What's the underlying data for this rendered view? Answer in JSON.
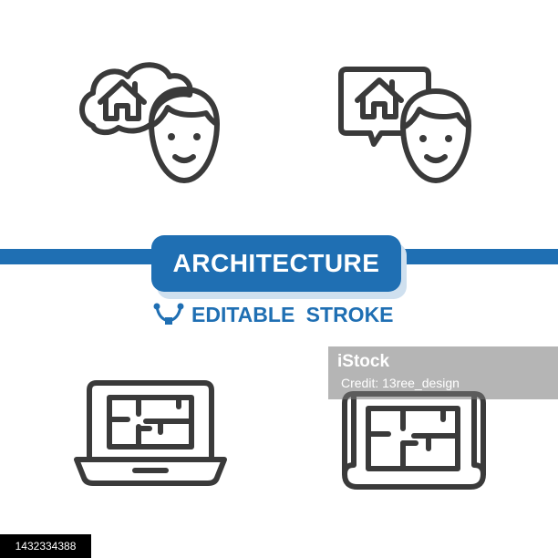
{
  "title": "ARCHITECTURE",
  "subtitle": "EDITABLE STROKE",
  "colors": {
    "brand_blue": "#1f6fb3",
    "icon_stroke": "#3a3a3a",
    "background": "#ffffff"
  },
  "icons": [
    "thought-bubble-house-person-icon",
    "speech-bubble-house-person-icon",
    "laptop-floor-plan-icon",
    "blueprint-floor-plan-icon",
    "vector-nodes-icon"
  ],
  "watermark": {
    "logo": "iStock",
    "credit": "Credit: 13ree_design"
  },
  "image_id": "1432334388"
}
